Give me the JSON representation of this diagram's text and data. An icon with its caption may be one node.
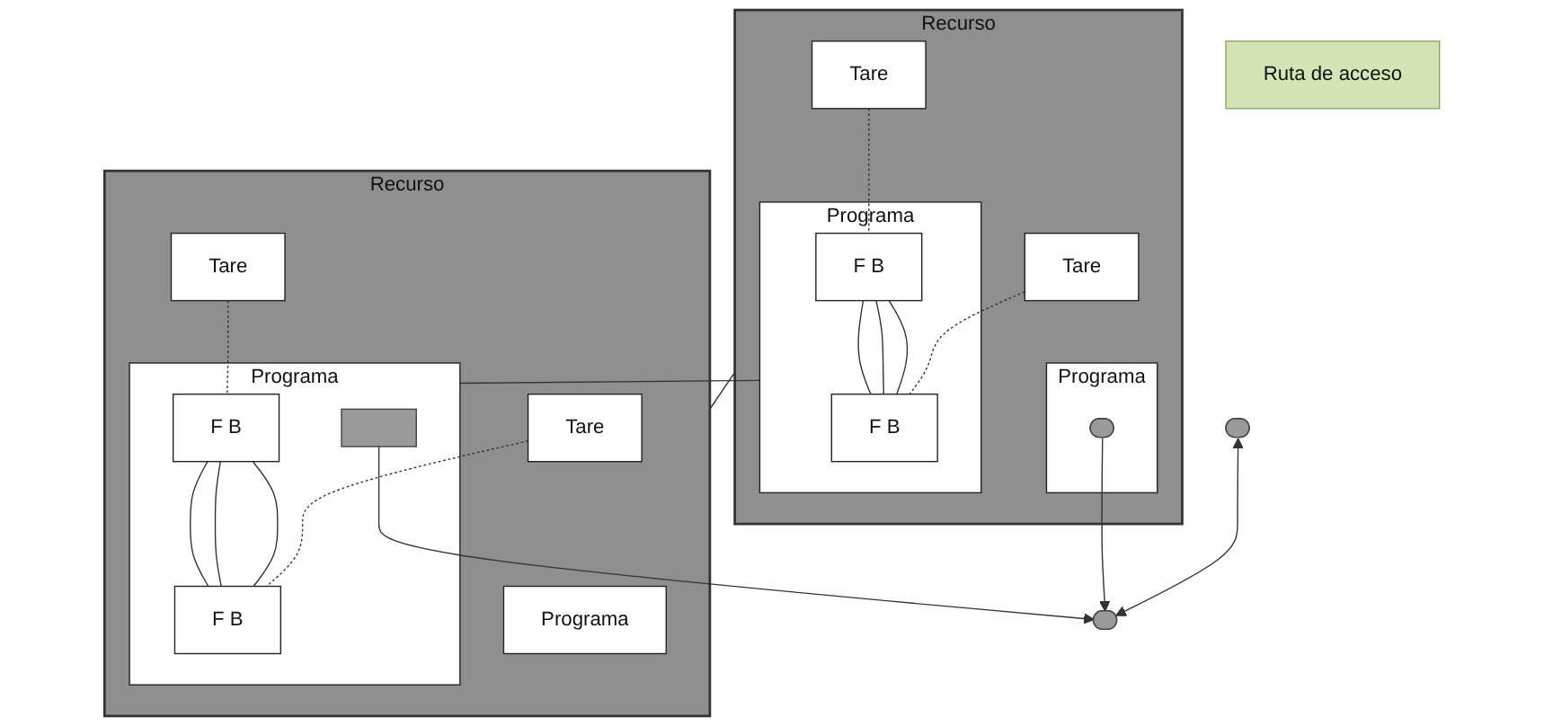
{
  "diagram": {
    "nodes": [
      {
        "text": [
          "Recurso"
        ]
      },
      {
        "text": [
          "Tare"
        ],
        "in": 0
      },
      {
        "text": [
          "Tare"
        ],
        "in": 0
      },
      {
        "text": [
          "Programa"
        ],
        "in": 0
      },
      {
        "text": [
          "Programa"
        ],
        "in": 0
      },
      {
        "text": [
          "F B"
        ],
        "in": 4
      },
      {
        "text": [
          "F B"
        ],
        "in": 4
      },
      {
        "text": [],
        "shape": "bar",
        "in": 3
      },
      {
        "text": [
          "Recurso"
        ]
      },
      {
        "text": [
          "Tare"
        ],
        "in": 8
      },
      {
        "text": [
          "Tare"
        ],
        "in": 8
      },
      {
        "text": [
          "Programa"
        ],
        "in": 8
      },
      {
        "text": [
          "Programa"
        ],
        "in": 8
      },
      {
        "text": [
          "F B"
        ],
        "in": 12
      },
      {
        "text": [
          "F B"
        ],
        "in": 12
      },
      {
        "text": [],
        "shape": "box",
        "in": 12
      },
      {
        "text": [],
        "shape": "bar"
      },
      {
        "text": [],
        "shape": "bar"
      },
      {
        "text": [
          "Ruta de acceso"
        ]
      }
    ],
    "edges": [
      {
        "from": 1,
        "to": 5,
        "arrow": "none",
        "style": "dashed"
      },
      {
        "from": 2,
        "to": 6,
        "arrow": "none",
        "style": "dashed"
      },
      {
        "from": 5,
        "to": 6,
        "arrow": "none"
      },
      {
        "from": 5,
        "to": 6,
        "arrow": "none"
      },
      {
        "from": 5,
        "to": 6,
        "arrow": "none"
      },
      {
        "from": 9,
        "to": 13,
        "arrow": "none",
        "style": "dashed"
      },
      {
        "from": 10,
        "to": 14,
        "arrow": "none",
        "style": "dashed"
      },
      {
        "from": 13,
        "to": 14,
        "arrow": "none"
      },
      {
        "from": 13,
        "to": 14,
        "arrow": "none"
      },
      {
        "from": 13,
        "to": 14,
        "arrow": "none"
      },
      {
        "from": 0,
        "to": 8,
        "arrow": "none"
      },
      {
        "from": 4,
        "to": 12,
        "arrow": "none"
      },
      {
        "from": 16,
        "to": 17,
        "arrow": "both"
      },
      {
        "from": 7,
        "to": 17,
        "arrow": "to"
      },
      {
        "from": 15,
        "to": 17,
        "arrow": "to"
      }
    ]
  }
}
